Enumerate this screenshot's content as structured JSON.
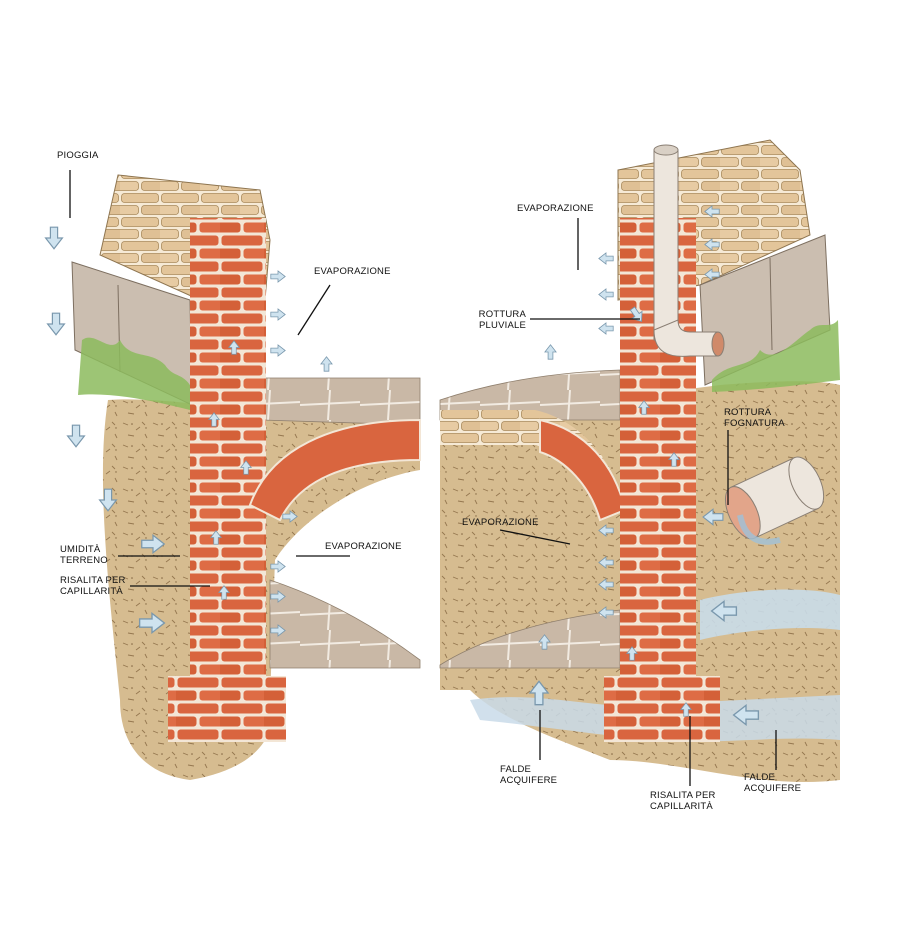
{
  "left_panel": {
    "labels": {
      "rain": "PIOGGIA",
      "evaporation_top": "EVAPORAZIONE",
      "evaporation_bottom": "EVAPORAZIONE",
      "soil_moisture_line1": "UMIDITÀ",
      "soil_moisture_line2": "TERRENO",
      "capillary_line1": "RISALITA PER",
      "capillary_line2": "CAPILLARITÀ"
    }
  },
  "right_panel": {
    "labels": {
      "evaporation_top": "EVAPORAZIONE",
      "gutter_break_line1": "ROTTURA",
      "gutter_break_line2": "PLUVIALE",
      "sewer_break_line1": "ROTTURA",
      "sewer_break_line2": "FOGNATURA",
      "evaporation_mid": "EVAPORAZIONE",
      "aquifer_left_line1": "FALDE",
      "aquifer_left_line2": "ACQUIFERE",
      "capillary_line1": "RISALITA PER",
      "capillary_line2": "CAPILLARITÀ",
      "aquifer_right_line1": "FALDE",
      "aquifer_right_line2": "ACQUIFERE"
    }
  },
  "colors": {
    "brick": "#d9653f",
    "brick_mortar": "#f3e6d6",
    "stone": "#e3c59a",
    "stone_edge": "#a98a5c",
    "soil": "#d4b88a",
    "slab": "#c9b8a6",
    "grass": "#7fae52",
    "water": "#c9dbe9",
    "arrow": "#cfe3ef",
    "pipe": "#ede6dd"
  }
}
